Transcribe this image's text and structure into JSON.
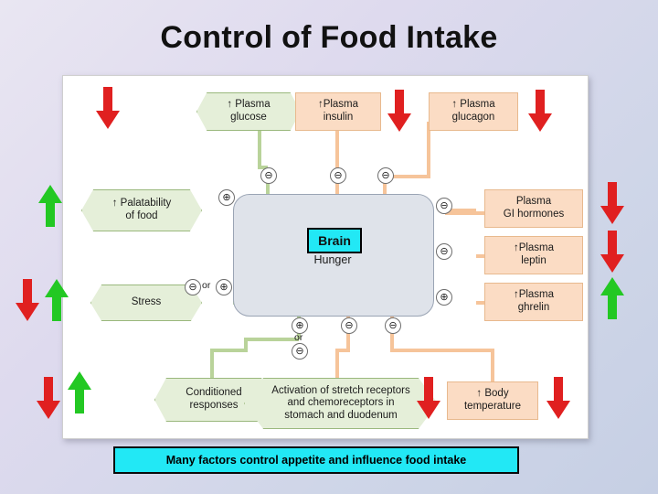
{
  "slide": {
    "title": "Control of Food Intake",
    "caption": "Many factors control appetite and influence food intake"
  },
  "center": {
    "brain_label": "Brain",
    "state_label": "Hunger"
  },
  "nodes": {
    "plasma_glucose": "↑ Plasma\nglucose",
    "plasma_insulin": "↑Plasma\ninsulin",
    "plasma_glucagon": "↑ Plasma\nglucagon",
    "palatability": "↑ Palatability\nof food",
    "stress": "Stress",
    "gi_hormones": "Plasma\nGI hormones",
    "plasma_leptin": "↑Plasma\nleptin",
    "plasma_ghrelin": "↑Plasma\nghrelin",
    "conditioned_responses": "Conditioned\nresponses",
    "stretch_receptors": "Activation of stretch receptors\nand chemoreceptors in\nstomach and duodenum",
    "body_temperature": "↑  Body\ntemperature"
  },
  "signs": {
    "glucose_minus": "⊖",
    "insulin_minus": "⊖",
    "glucagon_minus": "⊖",
    "palatability_plus": "⊕",
    "stress_minus": "⊖",
    "stress_or": "or",
    "stress_plus": "⊕",
    "gi_minus": "⊖",
    "leptin_minus": "⊖",
    "ghrelin_plus": "⊕",
    "conditioned_plus": "⊕",
    "conditioned_or": "or",
    "conditioned_minus": "⊖",
    "stretch_minus": "⊖",
    "temperature_minus": "⊖"
  },
  "indicator_arrows": [
    {
      "name": "glucose-down-red",
      "color": "#e02020",
      "direction": "down"
    },
    {
      "name": "insulin-down-red",
      "color": "#e02020",
      "direction": "down"
    },
    {
      "name": "glucagon-down-red",
      "color": "#e02020",
      "direction": "down"
    },
    {
      "name": "palatability-up-green",
      "color": "#23c823",
      "direction": "up"
    },
    {
      "name": "stress-down-red",
      "color": "#e02020",
      "direction": "down"
    },
    {
      "name": "stress-up-green",
      "color": "#23c823",
      "direction": "up"
    },
    {
      "name": "gi-hormones-down-red",
      "color": "#e02020",
      "direction": "down"
    },
    {
      "name": "leptin-down-red",
      "color": "#e02020",
      "direction": "down"
    },
    {
      "name": "ghrelin-up-green",
      "color": "#23c823",
      "direction": "up"
    },
    {
      "name": "conditioned-down-red",
      "color": "#e02020",
      "direction": "down"
    },
    {
      "name": "conditioned-up-green",
      "color": "#23c823",
      "direction": "up"
    },
    {
      "name": "stretch-down-red",
      "color": "#e02020",
      "direction": "down"
    },
    {
      "name": "temperature-down-red",
      "color": "#e02020",
      "direction": "down"
    }
  ],
  "colors": {
    "green_node_fill": "#e5efd9",
    "green_node_stroke": "#9ab87d",
    "orange_node_fill": "#fbdcc4",
    "orange_node_stroke": "#e8b98e",
    "brain_box_fill": "#dfe3ea",
    "highlight_cyan": "#22e8f5",
    "red_arrow": "#e02020",
    "green_arrow": "#23c823"
  }
}
